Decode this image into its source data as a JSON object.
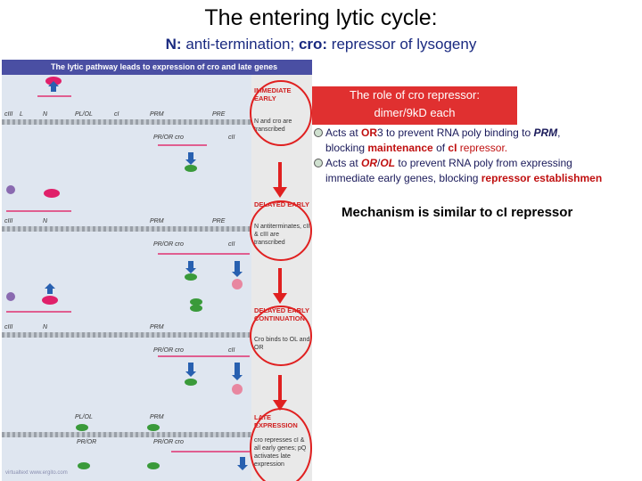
{
  "title": "The entering lytic cycle:",
  "subtitle": {
    "n_key": "N:",
    "n_text": " anti-termination; ",
    "cro_key": "cro:",
    "cro_text": " repressor of lysogeny"
  },
  "figure": {
    "header": "The lytic pathway leads to expression of cro and late genes",
    "stages": [
      "IMMEDIATE EARLY",
      "DELAYED EARLY",
      "DELAYED EARLY CONTINUATION",
      "LATE EXPRESSION"
    ],
    "notes": [
      "N and cro are transcribed",
      "N antiterminates, cII & cIII are transcribed",
      "Cro binds to OL and OR",
      "cro represses cI & all early genes; pQ activates late expression"
    ],
    "gene_labels": {
      "cIII": "cIII",
      "L": "L",
      "N": "N",
      "PLOL": "PL/OL",
      "cI": "cI",
      "PRM": "PRM",
      "PRE": "PRE",
      "OR": "OR",
      "PROR": "PR/OR",
      "cro": "cro",
      "cII": "cII",
      "PROR_cro": "PR/OR cro"
    },
    "credit": "virtualtext www.ergito.com"
  },
  "callout": {
    "line1": "The role of cro repressor:",
    "line2": "dimer/9kD each"
  },
  "bullets": [
    {
      "a": "Acts at ",
      "b": "OR",
      "c": "3 to prevent RNA poly binding to ",
      "d": "PRM",
      "e": ",",
      "cont_a": "blocking ",
      "cont_b": "maintenance",
      "cont_c": " of ",
      "cont_d": "cI",
      "cont_e": " repressor."
    },
    {
      "a": "Acts at ",
      "b": "OR",
      "c": "/",
      "d": "OL",
      "e": " to prevent RNA poly from expressing",
      "cont_a": "immediate early genes, blocking ",
      "cont_b": "repressor establishmen"
    }
  ],
  "mechanism": "Mechanism is similar to cI repressor",
  "colors": {
    "accent": "#e03030",
    "header": "#4a4fa3",
    "arrow": "#e02020"
  }
}
